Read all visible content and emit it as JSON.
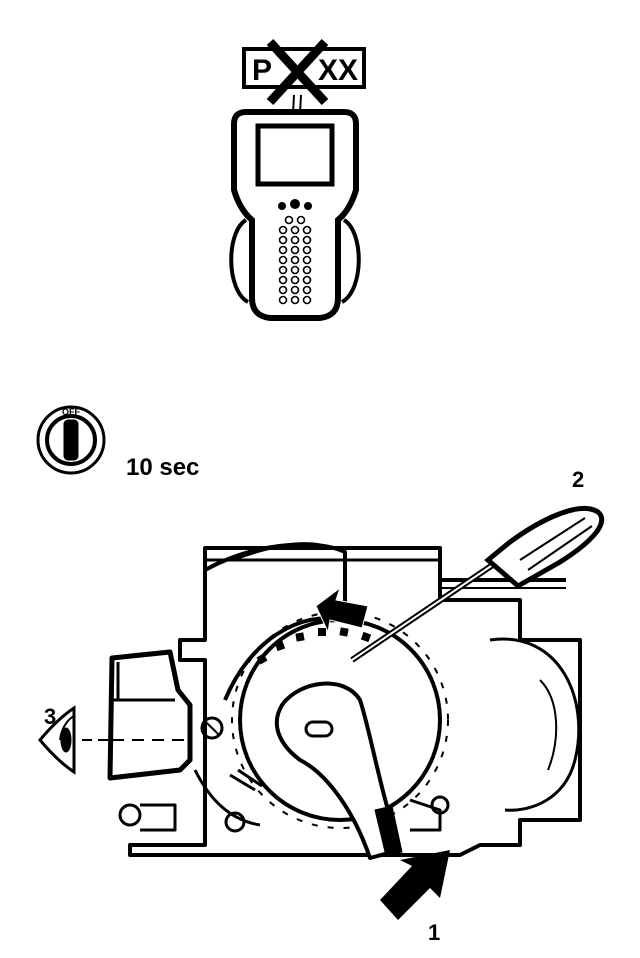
{
  "scan_tool": {
    "display_code": "P",
    "display_code_tail": "XX"
  },
  "ignition": {
    "switch_label": "OFF",
    "duration_label": "10 sec"
  },
  "callouts": {
    "c1": "1",
    "c2": "2",
    "c3": "3"
  }
}
